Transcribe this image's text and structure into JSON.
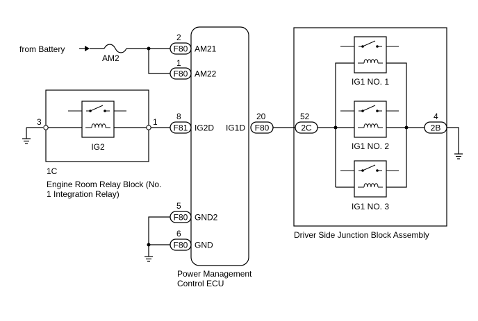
{
  "source": {
    "from_battery": "from Battery"
  },
  "fuse": {
    "label": "AM2"
  },
  "ecu": {
    "name_line1": "Power Management",
    "name_line2": "Control ECU",
    "pins": {
      "am21": {
        "connector": "F80",
        "pin": "2",
        "name": "AM21"
      },
      "am22": {
        "connector": "F80",
        "pin": "1",
        "name": "AM22"
      },
      "ig2d": {
        "connector": "F81",
        "pin": "8",
        "name": "IG2D"
      },
      "gnd2": {
        "connector": "F80",
        "pin": "5",
        "name": "GND2"
      },
      "gnd": {
        "connector": "F80",
        "pin": "6",
        "name": "GND"
      },
      "ig1d": {
        "connector": "F80",
        "pin": "20",
        "name": "IG1D"
      }
    }
  },
  "engine_room_block": {
    "relay": "IG2",
    "pin_left": "3",
    "pin_right": "1",
    "code": "1C",
    "name_line1": "Engine Room Relay Block (No.",
    "name_line2": "1 Integration Relay)"
  },
  "junction_block": {
    "name": "Driver Side Junction Block Assembly",
    "in": {
      "connector": "2C",
      "pin": "52"
    },
    "out": {
      "connector": "2B",
      "pin": "4"
    },
    "relays": [
      "IG1 NO. 1",
      "IG1 NO. 2",
      "IG1 NO. 3"
    ]
  }
}
